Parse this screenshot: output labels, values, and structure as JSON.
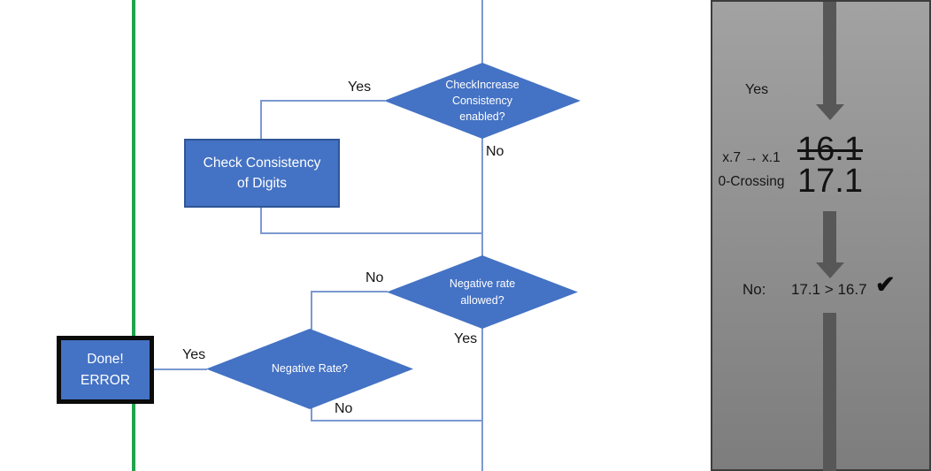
{
  "colors": {
    "shape_blue": "#4472c4",
    "shape_border_blue": "#2f5597",
    "connector_blue": "#7b99d0",
    "green_line": "#21a44d",
    "panel_gray_top": "#a2a2a2",
    "panel_gray_bottom": "#7d7d7d",
    "arrow_gray": "#575757"
  },
  "flowchart": {
    "decision_check_increase": {
      "label": "CheckIncrease\nConsistency\nenabled?"
    },
    "process_check_consistency": {
      "label": "Check Consistency\nof Digits"
    },
    "decision_negative_allowed": {
      "label": "Negative rate\nallowed?"
    },
    "decision_negative_rate": {
      "label": "Negative Rate?"
    },
    "terminator_done_error": {
      "label": "Done!\nERROR"
    },
    "edge_labels": {
      "yes_top": "Yes",
      "no_top": "No",
      "no_mid": "No",
      "yes_mid": "Yes",
      "yes_bottom": "Yes",
      "no_bottom": "No"
    }
  },
  "side_panel": {
    "yes_label": "Yes",
    "case_text": "x.7 → x.1\n0-Crossing",
    "old_value": "16.1",
    "new_value": "17.1",
    "result_prefix": "No:",
    "result_comparison": "17.1 > 16.7",
    "checkmark": "✔"
  }
}
